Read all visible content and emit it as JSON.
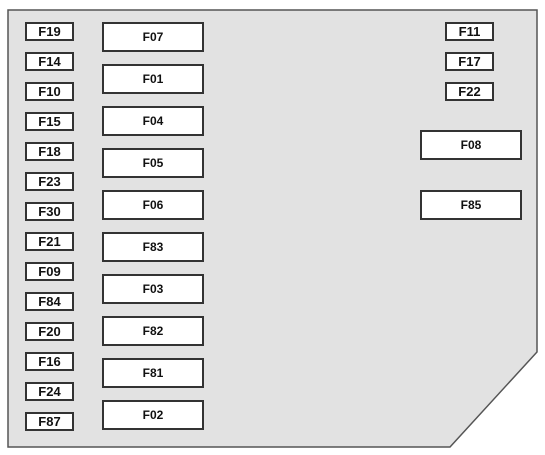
{
  "colors": {
    "panel_fill": "#e2e2e2",
    "panel_stroke": "#555555",
    "fuse_fill": "#ffffff",
    "fuse_border": "#333333",
    "text": "#111111"
  },
  "fuse_box": {
    "left_column": [
      "F19",
      "F14",
      "F10",
      "F15",
      "F18",
      "F23",
      "F30",
      "F21",
      "F09",
      "F84",
      "F20",
      "F16",
      "F24",
      "F87"
    ],
    "middle_column": [
      "F07",
      "F01",
      "F04",
      "F05",
      "F06",
      "F83",
      "F03",
      "F82",
      "F81",
      "F02"
    ],
    "right_small": [
      "F11",
      "F17",
      "F22"
    ],
    "right_large": [
      "F08",
      "F85"
    ]
  }
}
